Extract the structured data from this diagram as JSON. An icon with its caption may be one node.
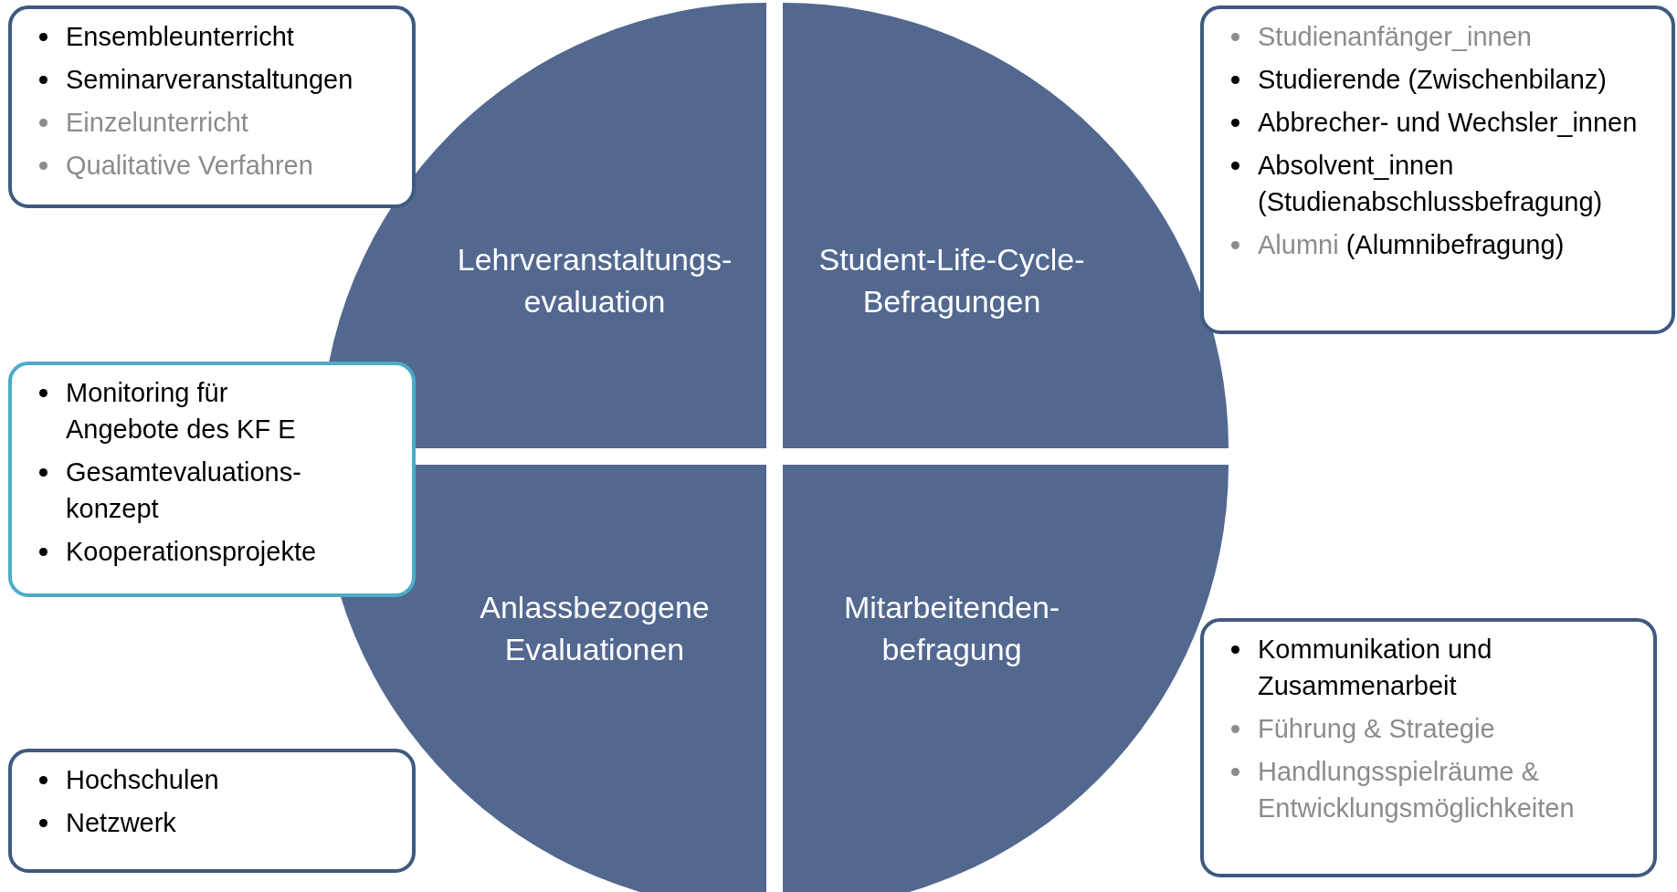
{
  "diagram": {
    "nodes": [
      {
        "text": [
          "Ensembleunterricht",
          "Seminarveranstaltungen",
          "Einzelunterricht",
          "Qualitative Verfahren"
        ]
      },
      {
        "text": [
          "Studienanfänger_innen",
          "Studierende (Zwischenbilanz)",
          "Abbrecher- und Wechsler_innen",
          "Absolvent_innen (Studienabschlussbefragung)",
          "Alumni (Alumnibefragung)"
        ]
      },
      {
        "text": [
          "Lehrveranstaltungs- evaluation"
        ]
      },
      {
        "text": [
          "Student-Life-Cycle- Befragungen"
        ]
      },
      {
        "text": [
          "Monitoring für Angebote des KF E",
          "Gesamtevaluations- konzept",
          "Kooperationsprojekte"
        ]
      },
      {
        "text": [
          "Anlassbezogene Evaluationen"
        ]
      },
      {
        "text": [
          "Mitarbeitenden- befragung"
        ]
      },
      {
        "text": [
          "Kommunikation und Zusammenarbeit",
          "Führung & Strategie",
          "Handlungsspielräume & Entwicklungsmöglichkeiten"
        ]
      },
      {
        "text": [
          "Hochschulen",
          "Netzwerk"
        ]
      }
    ],
    "edges": []
  }
}
